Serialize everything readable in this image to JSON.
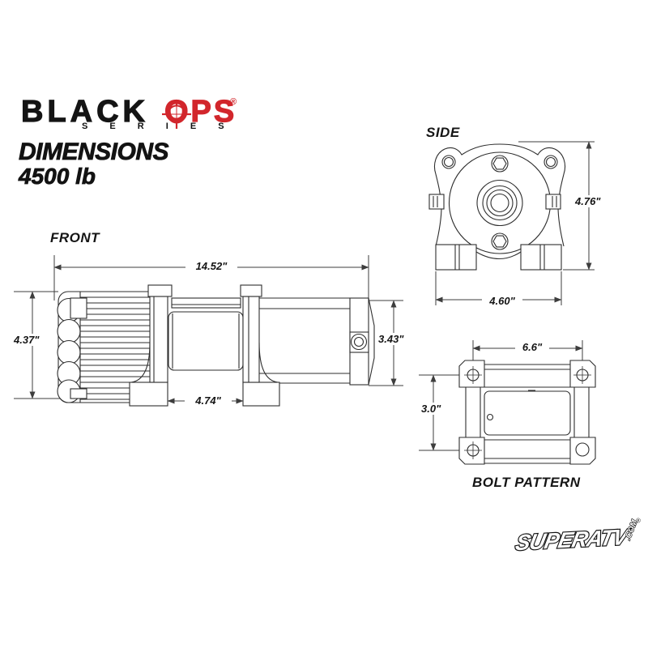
{
  "brand": {
    "black": "BLACK",
    "ops": "OPS",
    "registered": "®",
    "series": "S E R I E S"
  },
  "heading": {
    "title": "DIMENSIONS",
    "capacity": "4500 lb"
  },
  "views": {
    "front": {
      "label": "FRONT",
      "overall_width": "14.52\"",
      "overall_height": "4.37\"",
      "drum_width": "4.74\"",
      "end_height": "3.43\""
    },
    "side": {
      "label": "SIDE",
      "overall_height": "4.76\"",
      "overall_width": "4.60\""
    },
    "bolt": {
      "label": "BOLT PATTERN",
      "hole_spacing_width": "6.6\"",
      "hole_spacing_height": "3.0\""
    }
  },
  "watermark": {
    "name": "SUPERATV",
    "tld": ".COM",
    "registered": "®"
  },
  "colors": {
    "ink": "#2e2e2e",
    "dim_ink": "#3d3d3d",
    "brand_red": "#d2262c"
  }
}
